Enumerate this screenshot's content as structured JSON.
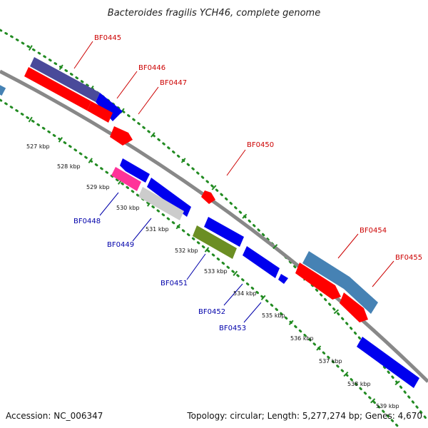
{
  "title": "Bacteroides fragilis YCH46, complete genome",
  "footer": {
    "accession": "Accession: NC_006347",
    "summary": "Topology: circular; Length: 5,277,274 bp; Genes: 4,670"
  },
  "colors": {
    "backbone": "#888888",
    "tick_dots": "#228B22",
    "label_forward": "#cc0000",
    "label_reverse": "#0000aa"
  },
  "kbp_labels": [
    "527 kbp",
    "528 kbp",
    "529 kbp",
    "530 kbp",
    "531 kbp",
    "532 kbp",
    "533 kbp",
    "534 kbp",
    "535 kbp",
    "536 kbp",
    "537 kbp",
    "538 kbp",
    "539 kbp"
  ],
  "genes_forward": [
    {
      "name": "BF0445",
      "color": "#4a4a9a"
    },
    {
      "name": "BF0446",
      "color": "#ff0000"
    },
    {
      "name": "BF0447",
      "color": "#ff0000"
    },
    {
      "name": "BF0450",
      "color": "#ff0000"
    },
    {
      "name": "BF0454",
      "color": "#4682b4"
    },
    {
      "name": "BF0455",
      "color": "#ff0000"
    }
  ],
  "genes_reverse": [
    {
      "name": "BF0448",
      "color": "#ff3399"
    },
    {
      "name": "BF0449",
      "color": "#cccccc"
    },
    {
      "name": "BF0451",
      "color": "#6b8e23"
    },
    {
      "name": "BF0452",
      "color": "#0000ee"
    },
    {
      "name": "BF0453",
      "color": "#0000ee"
    }
  ]
}
